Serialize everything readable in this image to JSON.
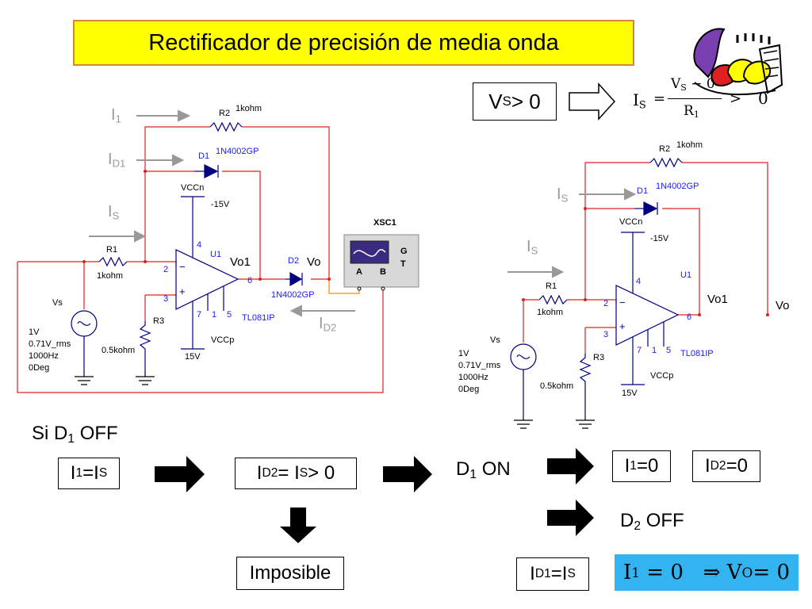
{
  "title": "Rectificador de precisión de media onda",
  "condition": {
    "vs_box": "V",
    "vs_sub": "S",
    "vs_rest": " > 0",
    "is_lhs": "I",
    "is_lhs_sub": "S",
    "is_eq": "=",
    "is_num": "V",
    "is_num_sub": "S",
    "is_num_rest": " − 0",
    "is_den": "R",
    "is_den_sub": "1",
    "is_gt": ">",
    "is_zero": "0"
  },
  "circuit_left": {
    "i1": "I",
    "i1_sub": "1",
    "id1": "I",
    "id1_sub": "D1",
    "is": "I",
    "is_sub": "S",
    "id2": "I",
    "id2_sub": "D2",
    "r2": "R2",
    "r2_val": "1kohm",
    "d1": "D1",
    "d1_part": "1N4002GP",
    "vccn": "VCCn",
    "vccn_val": "-15V",
    "u1": "U1",
    "pin4": "4",
    "pin2": "2",
    "pin3": "3",
    "pin6": "6",
    "pin7": "7",
    "pin1": "1",
    "pin5": "5",
    "minus": "−",
    "plus": "+",
    "vo1": "Vo1",
    "d2": "D2",
    "d2_part": "1N4002GP",
    "vo": "Vo",
    "opamp": "TL081IP",
    "r1": "R1",
    "r1_val": "1kohm",
    "vs": "Vs",
    "src1": "1V",
    "src2": "0.71V_rms",
    "src3": "1000Hz",
    "src4": "0Deg",
    "r3": "R3",
    "r3_val": "0.5kohm",
    "vccp": "VCCp",
    "vccp_val": "15V",
    "xsc": "XSC1",
    "xsc_g": "G",
    "xsc_t": "T",
    "xsc_a": "A",
    "xsc_b": "B"
  },
  "circuit_right": {
    "r2": "R2",
    "r2_val": "1kohm",
    "is1": "I",
    "is1_sub": "S",
    "d1": "D1",
    "d1_part": "1N4002GP",
    "vccn": "VCCn",
    "vccn_val": "-15V",
    "is2": "I",
    "is2_sub": "S",
    "u1": "U1",
    "r1": "R1",
    "r1_val": "1kohm",
    "vo1": "Vo1",
    "vo": "Vo",
    "pin4": "4",
    "pin2": "2",
    "pin3": "3",
    "pin6": "6",
    "pin7": "7",
    "pin1": "1",
    "pin5": "5",
    "minus": "−",
    "plus": "+",
    "vs": "Vs",
    "src1": "1V",
    "src2": "0.71V_rms",
    "src3": "1000Hz",
    "src4": "0Deg",
    "r3": "R3",
    "r3_val": "0.5kohm",
    "opamp": "TL081IP",
    "vccp": "VCCp",
    "vccp_val": "15V"
  },
  "analysis": {
    "si_d1": "Si D",
    "si_d1_sub": "1",
    "si_d1_rest": " OFF",
    "i1_is": "I",
    "i1_is_sub1": "1",
    "i1_is_mid": "=I",
    "i1_is_sub2": "S",
    "id2_is": "I",
    "id2_is_sub1": "D2",
    "id2_is_mid": " = I",
    "id2_is_sub2": "S",
    "id2_is_rest": " > 0",
    "d1_on": "D",
    "d1_on_sub": "1",
    "d1_on_rest": " ON",
    "i1_zero": "I",
    "i1_zero_sub": "1",
    "i1_zero_rest": "=0",
    "id2_zero": "I",
    "id2_zero_sub": "D2",
    "id2_zero_rest": "=0",
    "d2_off": "D",
    "d2_off_sub": "2",
    "d2_off_rest": " OFF",
    "imposible": "Imposible",
    "id1_is": "I",
    "id1_is_sub1": "D1",
    "id1_is_mid": "=I",
    "id1_is_sub2": "S",
    "result": "I",
    "result_sub1": "1",
    "result_mid": " = 0   ⇒ V",
    "result_sub2": "O",
    "result_rest": " = 0"
  },
  "colors": {
    "title_bg": "#ffff00",
    "wire": "#e02020",
    "component": "#000080",
    "label_blue": "#1a1aff",
    "result_bg": "#33b3f0",
    "arrow_gray": "#999999"
  }
}
